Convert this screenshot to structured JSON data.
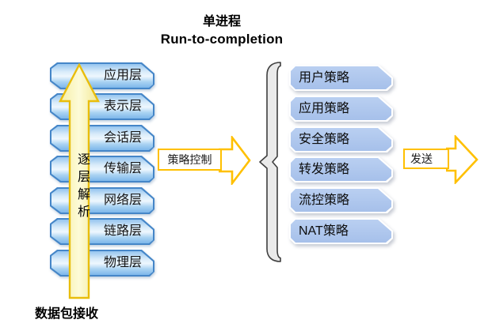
{
  "title": {
    "line1": "单进程",
    "line2": "Run-to-completion"
  },
  "osi_stack": {
    "items": [
      {
        "label": "应用层"
      },
      {
        "label": "表示层"
      },
      {
        "label": "会话层"
      },
      {
        "label": "传输层"
      },
      {
        "label": "网络层"
      },
      {
        "label": "链路层"
      },
      {
        "label": "物理层"
      }
    ],
    "up_arrow_label": "逐层解析",
    "bottom_label": "数据包接收"
  },
  "policy_control": {
    "label": "策略控制"
  },
  "policies": {
    "items": [
      {
        "label": "用户策略"
      },
      {
        "label": "应用策略"
      },
      {
        "label": "安全策略"
      },
      {
        "label": "转发策略"
      },
      {
        "label": "流控策略"
      },
      {
        "label": "NAT策略"
      }
    ]
  },
  "send": {
    "label": "发送"
  },
  "colors": {
    "gold_border": "#FFC000",
    "up_arrow_fill": "#FBF7C5",
    "up_arrow_border": "#E9BD0B",
    "osi_box_border": "#4586C8",
    "osi_box_fill_top": "#96C5EF",
    "osi_box_fill_bottom": "#7DB7EA",
    "policy_box_fill": "#AEC6ED",
    "brace_fill": "#EAEAEA",
    "brace_outline": "#3F3F3F",
    "text": "#000000"
  }
}
